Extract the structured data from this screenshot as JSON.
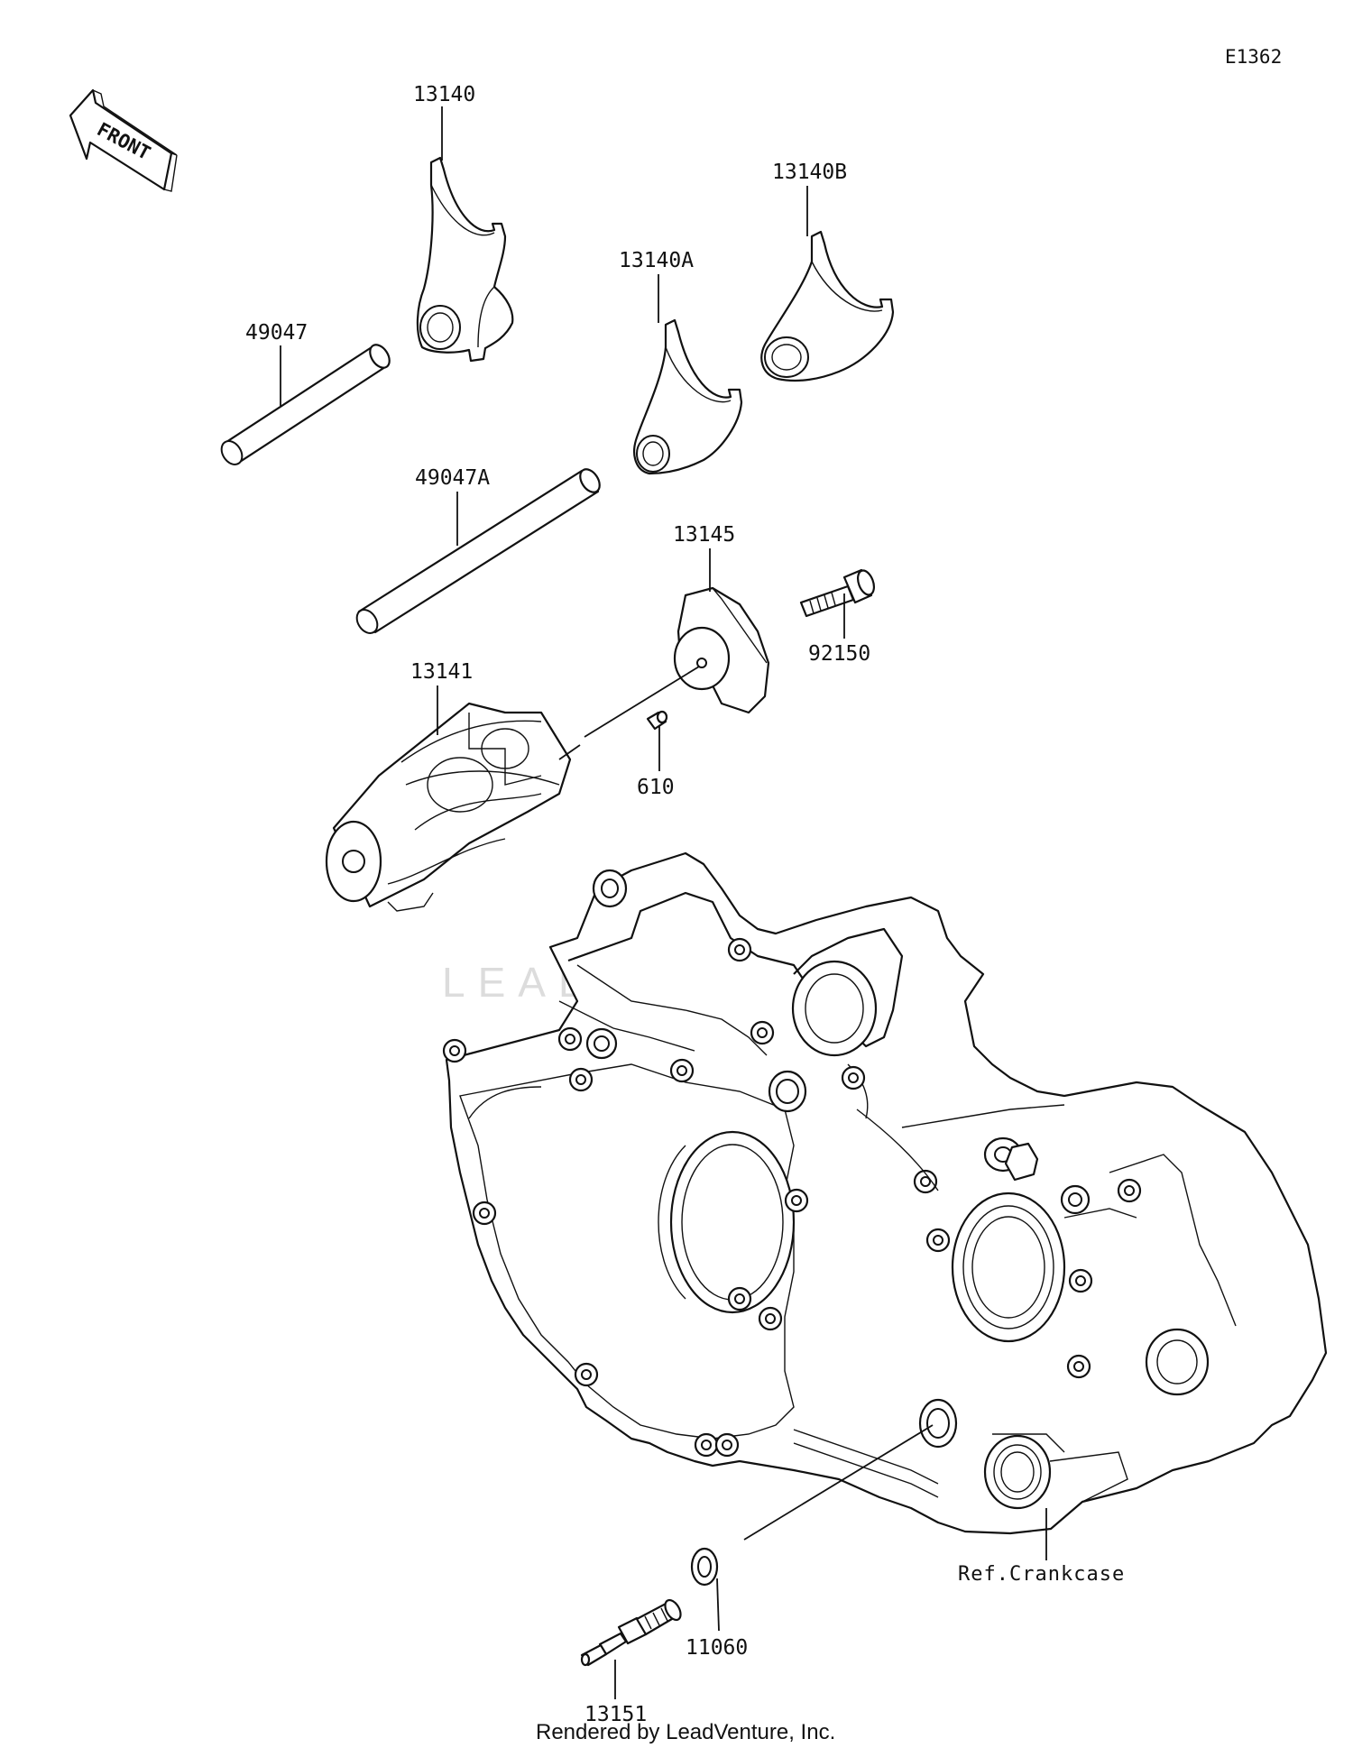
{
  "diagram_code": "E1362",
  "front_label": "FRONT",
  "watermark": "LEADVENTURE",
  "parts": {
    "p13140": "13140",
    "p13140A": "13140A",
    "p13140B": "13140B",
    "p49047": "49047",
    "p49047A": "49047A",
    "p13145": "13145",
    "p92150": "92150",
    "p13141": "13141",
    "p610": "610",
    "p11060": "11060",
    "p13151": "13151"
  },
  "reference_label": "Ref.Crankcase",
  "footer": "Rendered by LeadVenture, Inc."
}
